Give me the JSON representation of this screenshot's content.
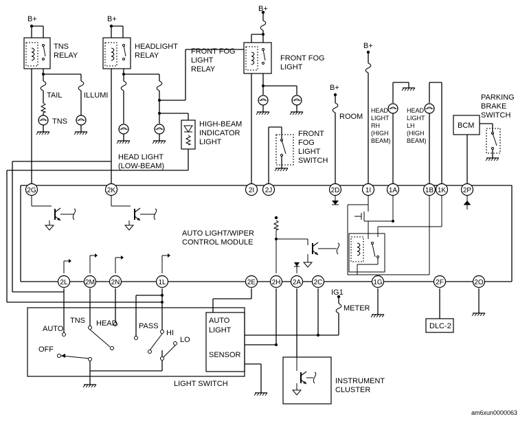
{
  "labels": {
    "bplus": "B+",
    "tns_relay": [
      "TNS",
      "RELAY"
    ],
    "headlight_relay": [
      "HEADLIGHT",
      "RELAY"
    ],
    "front_fog_light_relay": [
      "FRONT FOG",
      "LIGHT",
      "RELAY"
    ],
    "front_fog_light": [
      "FRONT FOG",
      "LIGHT"
    ],
    "tail": "TAIL",
    "illumi": "ILLUMI",
    "tns": "TNS",
    "high_beam_indicator": [
      "HIGH-BEAM",
      "INDICATOR",
      "LIGHT"
    ],
    "head_light_low": [
      "HEAD LIGHT",
      "(LOW-BEAM)"
    ],
    "room": "ROOM",
    "front_fog_light_switch": [
      "FRONT",
      "FOG",
      "LIGHT",
      "SWITCH"
    ],
    "head_light_rh": [
      "HEAD",
      "LIGHT",
      "RH",
      "(HIGH",
      "BEAM)"
    ],
    "head_light_lh": [
      "HEAD",
      "LIGHT",
      "LH",
      "(HIGH",
      "BEAM)"
    ],
    "parking_brake_switch": [
      "PARKING",
      "BRAKE",
      "SWITCH"
    ],
    "bcm": "BCM",
    "auto_light_module": [
      "AUTO LIGHT/WIPER",
      "CONTROL MODULE"
    ],
    "ig1": "IG1",
    "meter": "METER",
    "dlc2": "DLC-2",
    "auto": "AUTO",
    "tns_sw": "TNS",
    "head_sw": "HEAD",
    "pass": "PASS",
    "hi": "HI",
    "lo": "LO",
    "off": "OFF",
    "light_switch": "LIGHT SWITCH",
    "auto_light_sensor": [
      "AUTO",
      "LIGHT",
      "SENSOR"
    ],
    "instrument_cluster": [
      "INSTRUMENT",
      "CLUSTER"
    ],
    "code": "am6xun0000063"
  },
  "connectors": {
    "c2G": "2G",
    "c2K": "2K",
    "c2I": "2I",
    "c2J": "2J",
    "c2D": "2D",
    "c1I": "1I",
    "c1A": "1A",
    "c1B": "1B",
    "c1K": "1K",
    "c2P": "2P",
    "c2L": "2L",
    "c2M": "2M",
    "c2N": "2N",
    "c1L": "1L",
    "c2E": "2E",
    "c2H": "2H",
    "c2A": "2A",
    "c2C": "2C",
    "c1G": "1G",
    "c2F": "2F",
    "c2O": "2O"
  }
}
